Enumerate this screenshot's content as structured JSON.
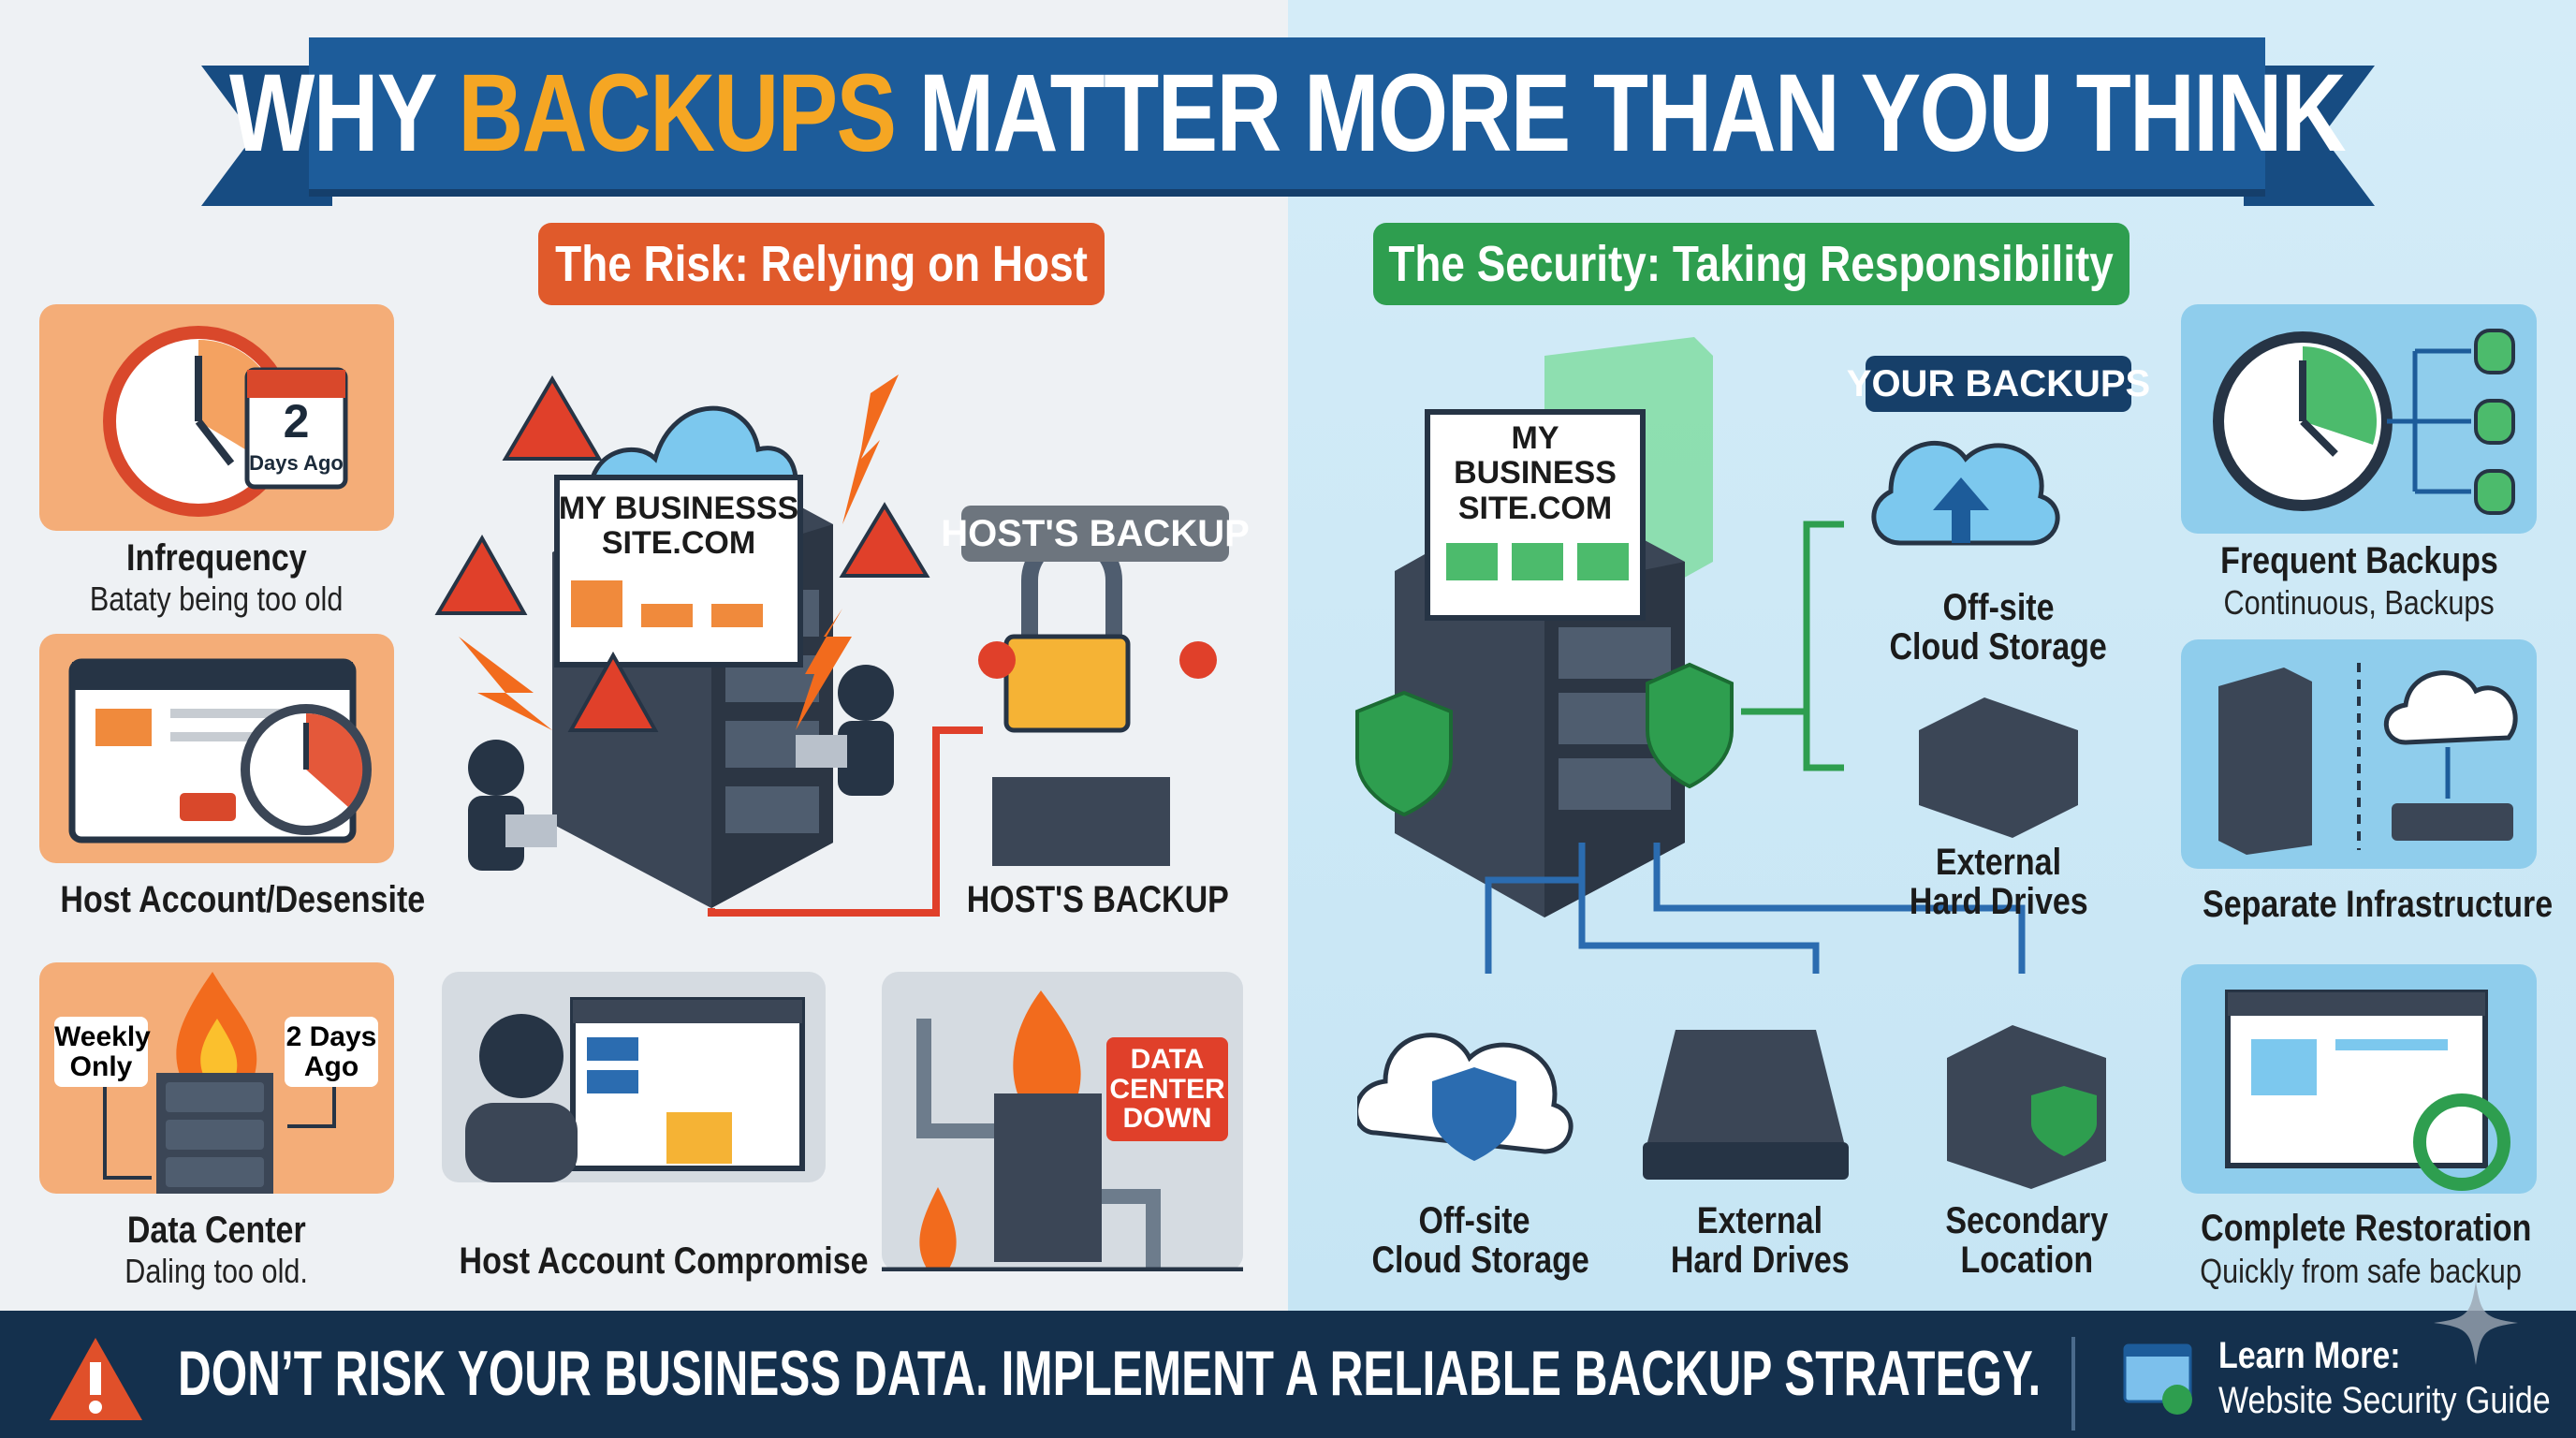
{
  "title": {
    "part1": "WHY",
    "highlight": "BACKUPS",
    "part2": "MATTER MORE THAN YOU THINK"
  },
  "colors": {
    "banner": "#1d5c9a",
    "highlight": "#f5a623",
    "risk": "#e05a2b",
    "security": "#2e9e4f",
    "footer": "#14304d"
  },
  "risk": {
    "heading": "The Risk: Relying on Host",
    "site_label": "MY BUSINESSS SITE.COM",
    "hosts_backup_badge": "HOST'S BACKUP",
    "hosts_backup_label": "HOST'S BACKUP",
    "cards": [
      {
        "title": "Infrequency",
        "subtitle": "Bataty being too old",
        "calendar_number": "2",
        "calendar_text": "Days Ago"
      },
      {
        "title": "Host Account/Desensite"
      },
      {
        "title": "Data Center",
        "subtitle": "Daling too old.",
        "tag_left": "Weekly Only",
        "tag_right": "2 Days Ago"
      },
      {
        "title": "Host Account Compromise"
      },
      {
        "callout": "DATA CENTER DOWN"
      }
    ]
  },
  "security": {
    "heading": "The Security: Taking Responsibility",
    "site_label": "MY BUSINESS SITE.COM",
    "your_backups_badge": "YOUR BACKUPS",
    "targets": [
      {
        "line1": "Off-site",
        "line2": "Cloud Storage"
      },
      {
        "line1": "External",
        "line2": "Hard Drives"
      },
      {
        "line1": "Off-site",
        "line2": "Cloud Storage"
      },
      {
        "line1": "External",
        "line2": "Hard Drives"
      },
      {
        "line1": "Secondary",
        "line2": "Location"
      }
    ],
    "cards": [
      {
        "title": "Frequent Backups",
        "subtitle": "Continuous, Backups"
      },
      {
        "title": "Separate Infrastructure"
      },
      {
        "title": "Complete Restoration",
        "subtitle": "Quickly from safe backup"
      }
    ]
  },
  "footer": {
    "message": "DON’T RISK YOUR BUSINESS DATA. IMPLEMENT A RELIABLE BACKUP STRATEGY.",
    "learn_more": "Learn More:",
    "guide": "Website Security Guide"
  }
}
